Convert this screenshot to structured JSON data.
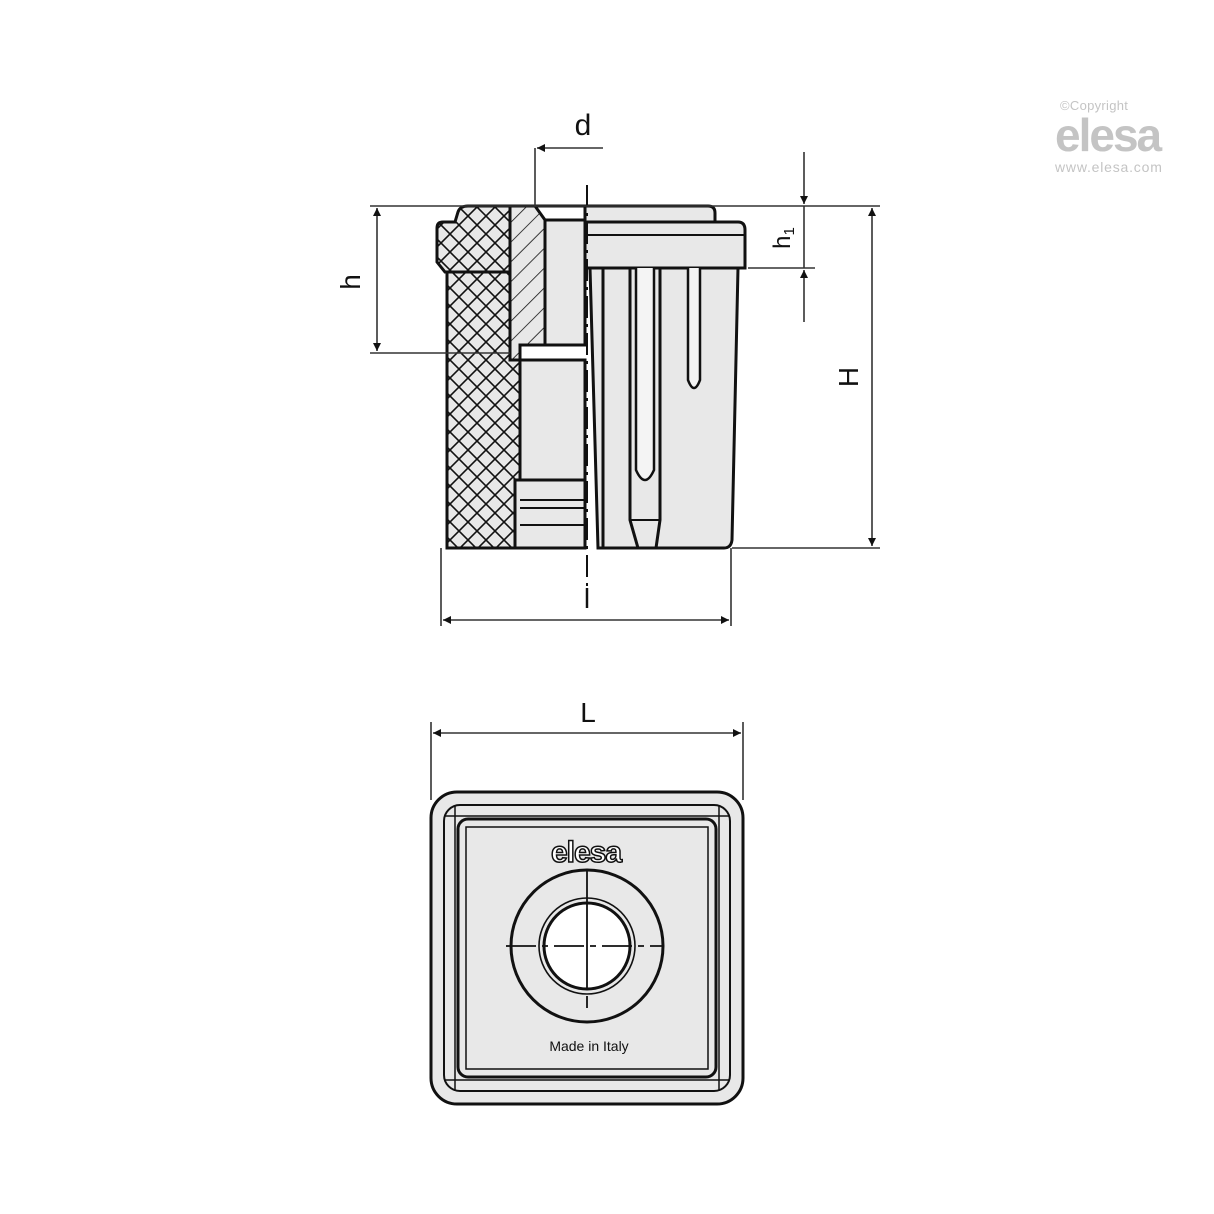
{
  "watermark": {
    "copyright": "©Copyright",
    "brand": "elesa",
    "url": "www.elesa.com"
  },
  "side_view": {
    "labels": {
      "d": "d",
      "h": "h",
      "h1": "h",
      "h1_sub": "1",
      "H": "H",
      "l": "l"
    }
  },
  "top_view": {
    "labels": {
      "L": "L",
      "logo": "elesa",
      "made_in": "Made in Italy"
    }
  },
  "colors": {
    "line": "#111111",
    "fill": "#e8e8e8",
    "dim_line": "#333333",
    "watermark": "#c4c4c4"
  }
}
